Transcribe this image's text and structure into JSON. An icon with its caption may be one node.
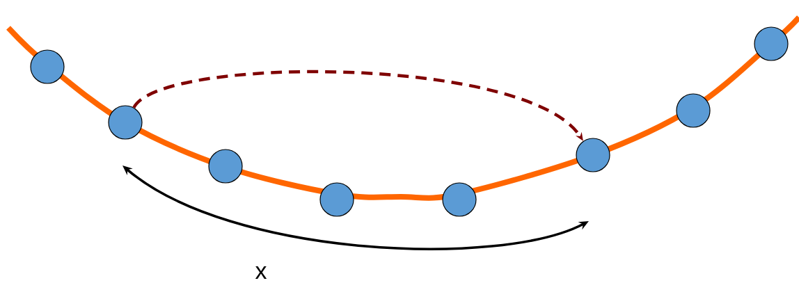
{
  "diagram": {
    "nodes": [
      {
        "text": [],
        "shape": "circle"
      },
      {
        "text": [],
        "shape": "circle"
      },
      {
        "text": [],
        "shape": "circle"
      },
      {
        "text": [],
        "shape": "circle"
      },
      {
        "text": [],
        "shape": "circle"
      },
      {
        "text": [],
        "shape": "circle"
      },
      {
        "text": [],
        "shape": "circle"
      },
      {
        "text": [],
        "shape": "circle"
      }
    ],
    "edges": [
      {
        "from": 1,
        "to": 5,
        "arrow": "to",
        "style": "dashed",
        "color": "#7f0000"
      }
    ],
    "labels": [
      "x"
    ]
  }
}
